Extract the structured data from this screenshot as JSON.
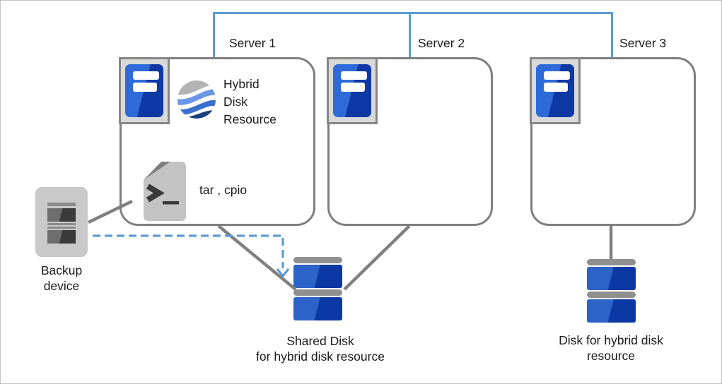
{
  "diagram": {
    "servers": [
      {
        "label": "Server 1"
      },
      {
        "label": "Server 2"
      },
      {
        "label": "Server 3"
      }
    ],
    "server1_contents": {
      "hybrid_resource": {
        "line1": "Hybrid",
        "line2": "Disk",
        "line3": "Resource"
      },
      "backup_tools_label": "tar , cpio"
    },
    "backup_device": {
      "label_line1": "Backup",
      "label_line2": "device"
    },
    "shared_disk": {
      "label_line1": "Shared Disk",
      "label_line2": "for hybrid disk resource"
    },
    "hybrid_disk": {
      "label_line1": "Disk for hybrid disk",
      "label_line2": "resource"
    },
    "icons": {
      "server": "server-tower-icon",
      "hybrid_resource": "hybrid-disk-resource-swirl-icon",
      "script_file": "script-file-icon",
      "backup_device": "backup-tape-device-icon",
      "disk_stack": "disk-stack-icon"
    },
    "colors": {
      "network_line": "#5b9bd5",
      "connector_line": "#808080",
      "box_border": "#7f7f7f",
      "server_blue_light": "#2f6bd8",
      "server_blue_dark": "#0e38a4",
      "disk_blue_light": "#2d63c8",
      "disk_blue_dark": "#0b38a3",
      "disk_cap_gray": "#8f8f8f",
      "icon_frame_gray": "#d9d9d9",
      "backup_body_gray": "#c9c9c9",
      "file_body_gray": "#c3c3c3",
      "file_fold_gray": "#7f7f7f",
      "swirl_gray": "#b3b3b3",
      "swirl_blue_light": "#6a97e8",
      "swirl_blue_mid": "#3a6fd0",
      "swirl_blue_dark": "#1b4079",
      "text": "#1a1a1a"
    }
  }
}
